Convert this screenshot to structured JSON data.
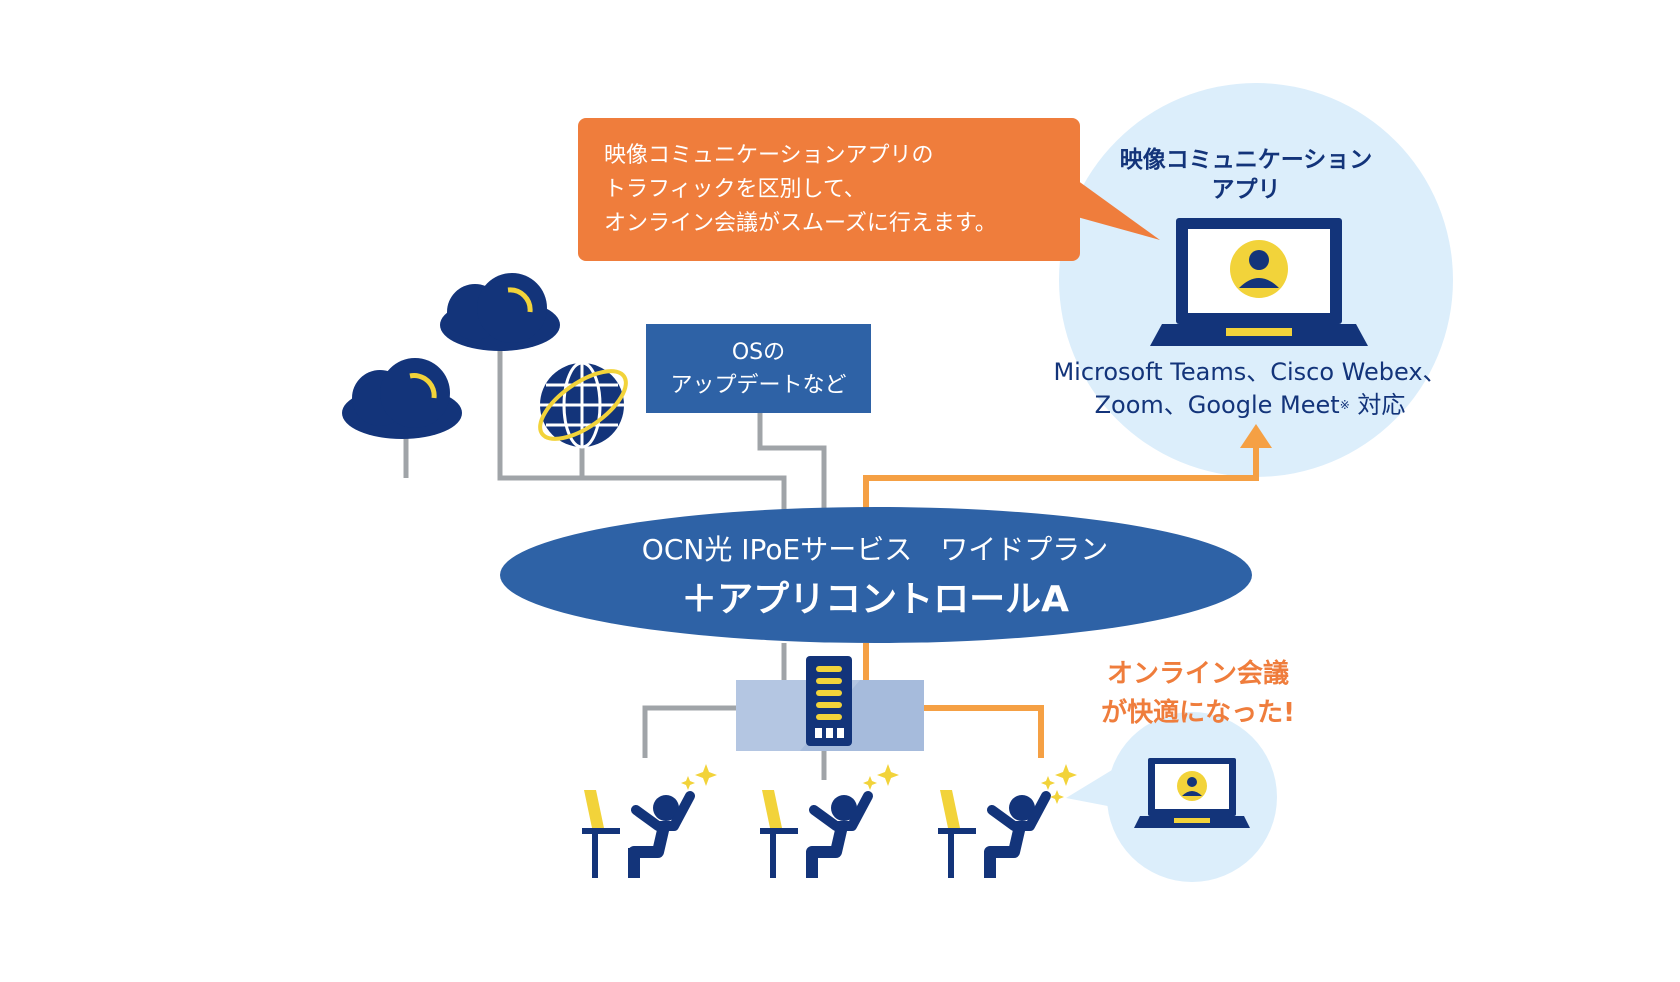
{
  "callout": {
    "line1": "映像コミュニケーションアプリの",
    "line2": "トラフィックを区別して、",
    "line3": "オンライン会議がスムーズに行えます。"
  },
  "os_box": {
    "line1": "OSの",
    "line2": "アップデートなど"
  },
  "app_bubble": {
    "title_line1": "映像コミュニケーション",
    "title_line2": "アプリ",
    "apps_line1": "Microsoft Teams、Cisco Webex、",
    "apps_line2": "Zoom、Google Meet",
    "apps_note_mark": "※",
    "apps_suffix": " 対応"
  },
  "network": {
    "line1": "OCN光 IPoEサービス　ワイドプラン",
    "line2": "＋アプリコントロールA"
  },
  "result": {
    "line1": "オンライン会議",
    "line2": "が快適になった!"
  },
  "colors": {
    "navy": "#13347a",
    "blue": "#2e62a6",
    "orange": "#ef7d3c",
    "orange_line": "#f5a044",
    "gray_line": "#a0a4a8",
    "yellow": "#f2d33a",
    "light_blue_bg": "#dceefb"
  },
  "icons": [
    "cloud-icon",
    "cloud-icon",
    "globe-icon",
    "laptop-icon",
    "router-icon",
    "person-icon",
    "sparkle-icon",
    "video-call-icon"
  ]
}
